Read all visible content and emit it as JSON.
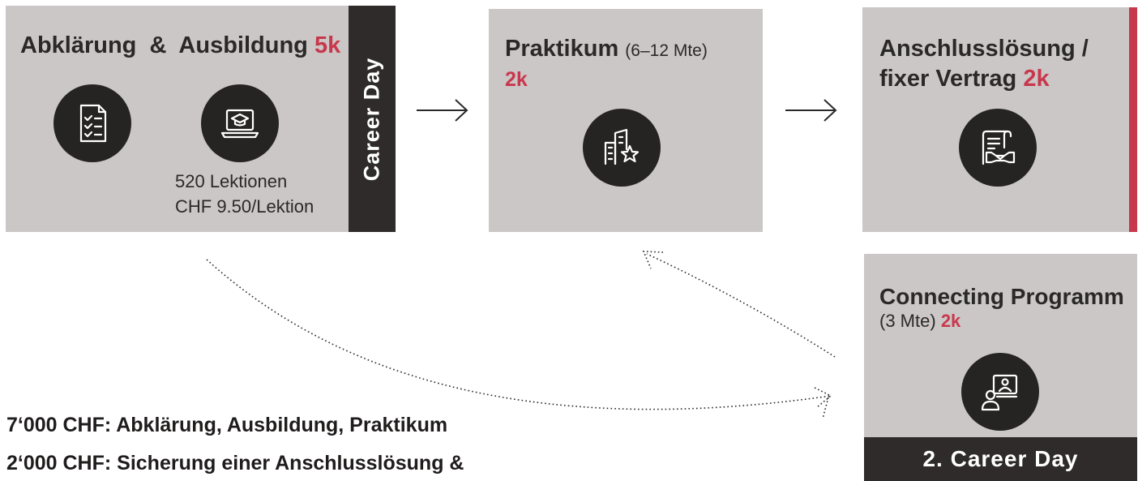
{
  "box1": {
    "title_left": "Abklärung",
    "ampersand": "&",
    "title_right": "Ausbildung",
    "price": "5k",
    "detail_line1": "520 Lektionen",
    "detail_line2": "CHF 9.50/Lektion",
    "side_label": "Career Day",
    "icons": [
      "checklist-icon",
      "laptop-graduation-icon"
    ]
  },
  "box2": {
    "title": "Praktikum",
    "duration": "(6–12 Mte)",
    "price": "2k",
    "icon": "building-star-icon"
  },
  "box3": {
    "title_line1": "Anschlusslösung /",
    "title_line2": "fixer Vertrag",
    "price": "2k",
    "icon": "contract-handshake-icon"
  },
  "box4": {
    "title": "Connecting Programm",
    "duration": "(3 Mte)",
    "price": "2k",
    "footer": "2. Career Day",
    "icon": "online-meeting-icon"
  },
  "notes": {
    "line1": "7‘000 CHF: Abklärung, Ausbildung, Praktikum",
    "line2": "2‘000 CHF: Sicherung einer Anschlusslösung &"
  },
  "colors": {
    "box_bg": "#cbc7c6",
    "accent": "#c8384d",
    "dark": "#2e2b2a"
  }
}
